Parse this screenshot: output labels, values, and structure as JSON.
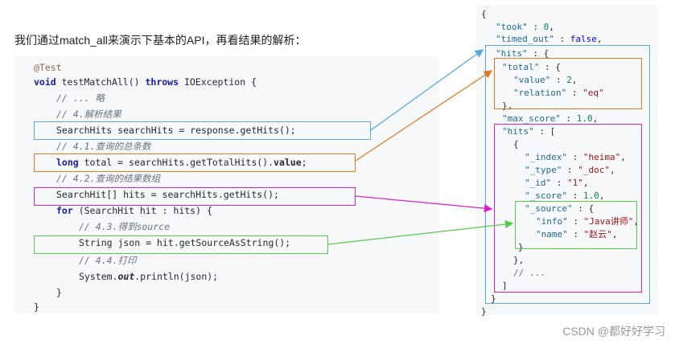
{
  "intro": "我们通过match_all来演示下基本的API，再看结果的解析：",
  "code": {
    "annotation": "@Test",
    "method_kw": "void",
    "method_sig": " testMatchAll() ",
    "throws_kw": "throws",
    "method_end": " IOException {",
    "c_ellipsis": "// ... 略",
    "c_parse": "// 4.解析结果",
    "l_searchhits": "SearchHits searchHits = response.getHits();",
    "c_total": "// 4.1.查询的总条数",
    "long_kw": "long",
    "l_total_mid": " total = searchHits.getTotalHits().",
    "l_total_value": "value",
    "l_total_end": ";",
    "c_array": "// 4.2.查询的结果数组",
    "l_hits": "SearchHit[] hits = searchHits.getHits();",
    "for_kw": "for",
    "l_for": " (SearchHit hit : hits) {",
    "c_source": "// 4.3.得到source",
    "l_json": "String json = hit.getSourceAsString();",
    "c_print": "// 4.4.打印",
    "l_print_a": "System.",
    "l_print_out": "out",
    "l_print_b": ".println(json);",
    "close_inner": "}",
    "close_outer": "}"
  },
  "json": {
    "open": "{",
    "took_k": "\"took\"",
    "took_v": "0",
    "timed_k": "\"timed_out\"",
    "timed_v": "false",
    "hits_k": "\"hits\"",
    "total_k": "\"total\"",
    "value_k": "\"value\"",
    "value_v": "2",
    "relation_k": "\"relation\"",
    "relation_v": "\"eq\"",
    "max_k": "\"max_score\"",
    "max_v": "1.0",
    "hits_arr_k": "\"hits\"",
    "index_k": "\"_index\"",
    "index_v": "\"heima\"",
    "type_k": "\"_type\"",
    "type_v": "\"_doc\"",
    "id_k": "\"_id\"",
    "id_v": "\"1\"",
    "score_k": "\"_score\"",
    "score_v": "1.0",
    "source_k": "\"_source\"",
    "info_k": "\"info\"",
    "info_v": "\"Java讲师\"",
    "name_k": "\"name\"",
    "name_v": "\"赵云\"",
    "comment": "// ...",
    "close": "}"
  },
  "watermark": "CSDN @都好好学习",
  "colors": {
    "blue": "#5aa7dd",
    "orange": "#e07b24",
    "magenta": "#d923c9",
    "green": "#5cc94c"
  }
}
